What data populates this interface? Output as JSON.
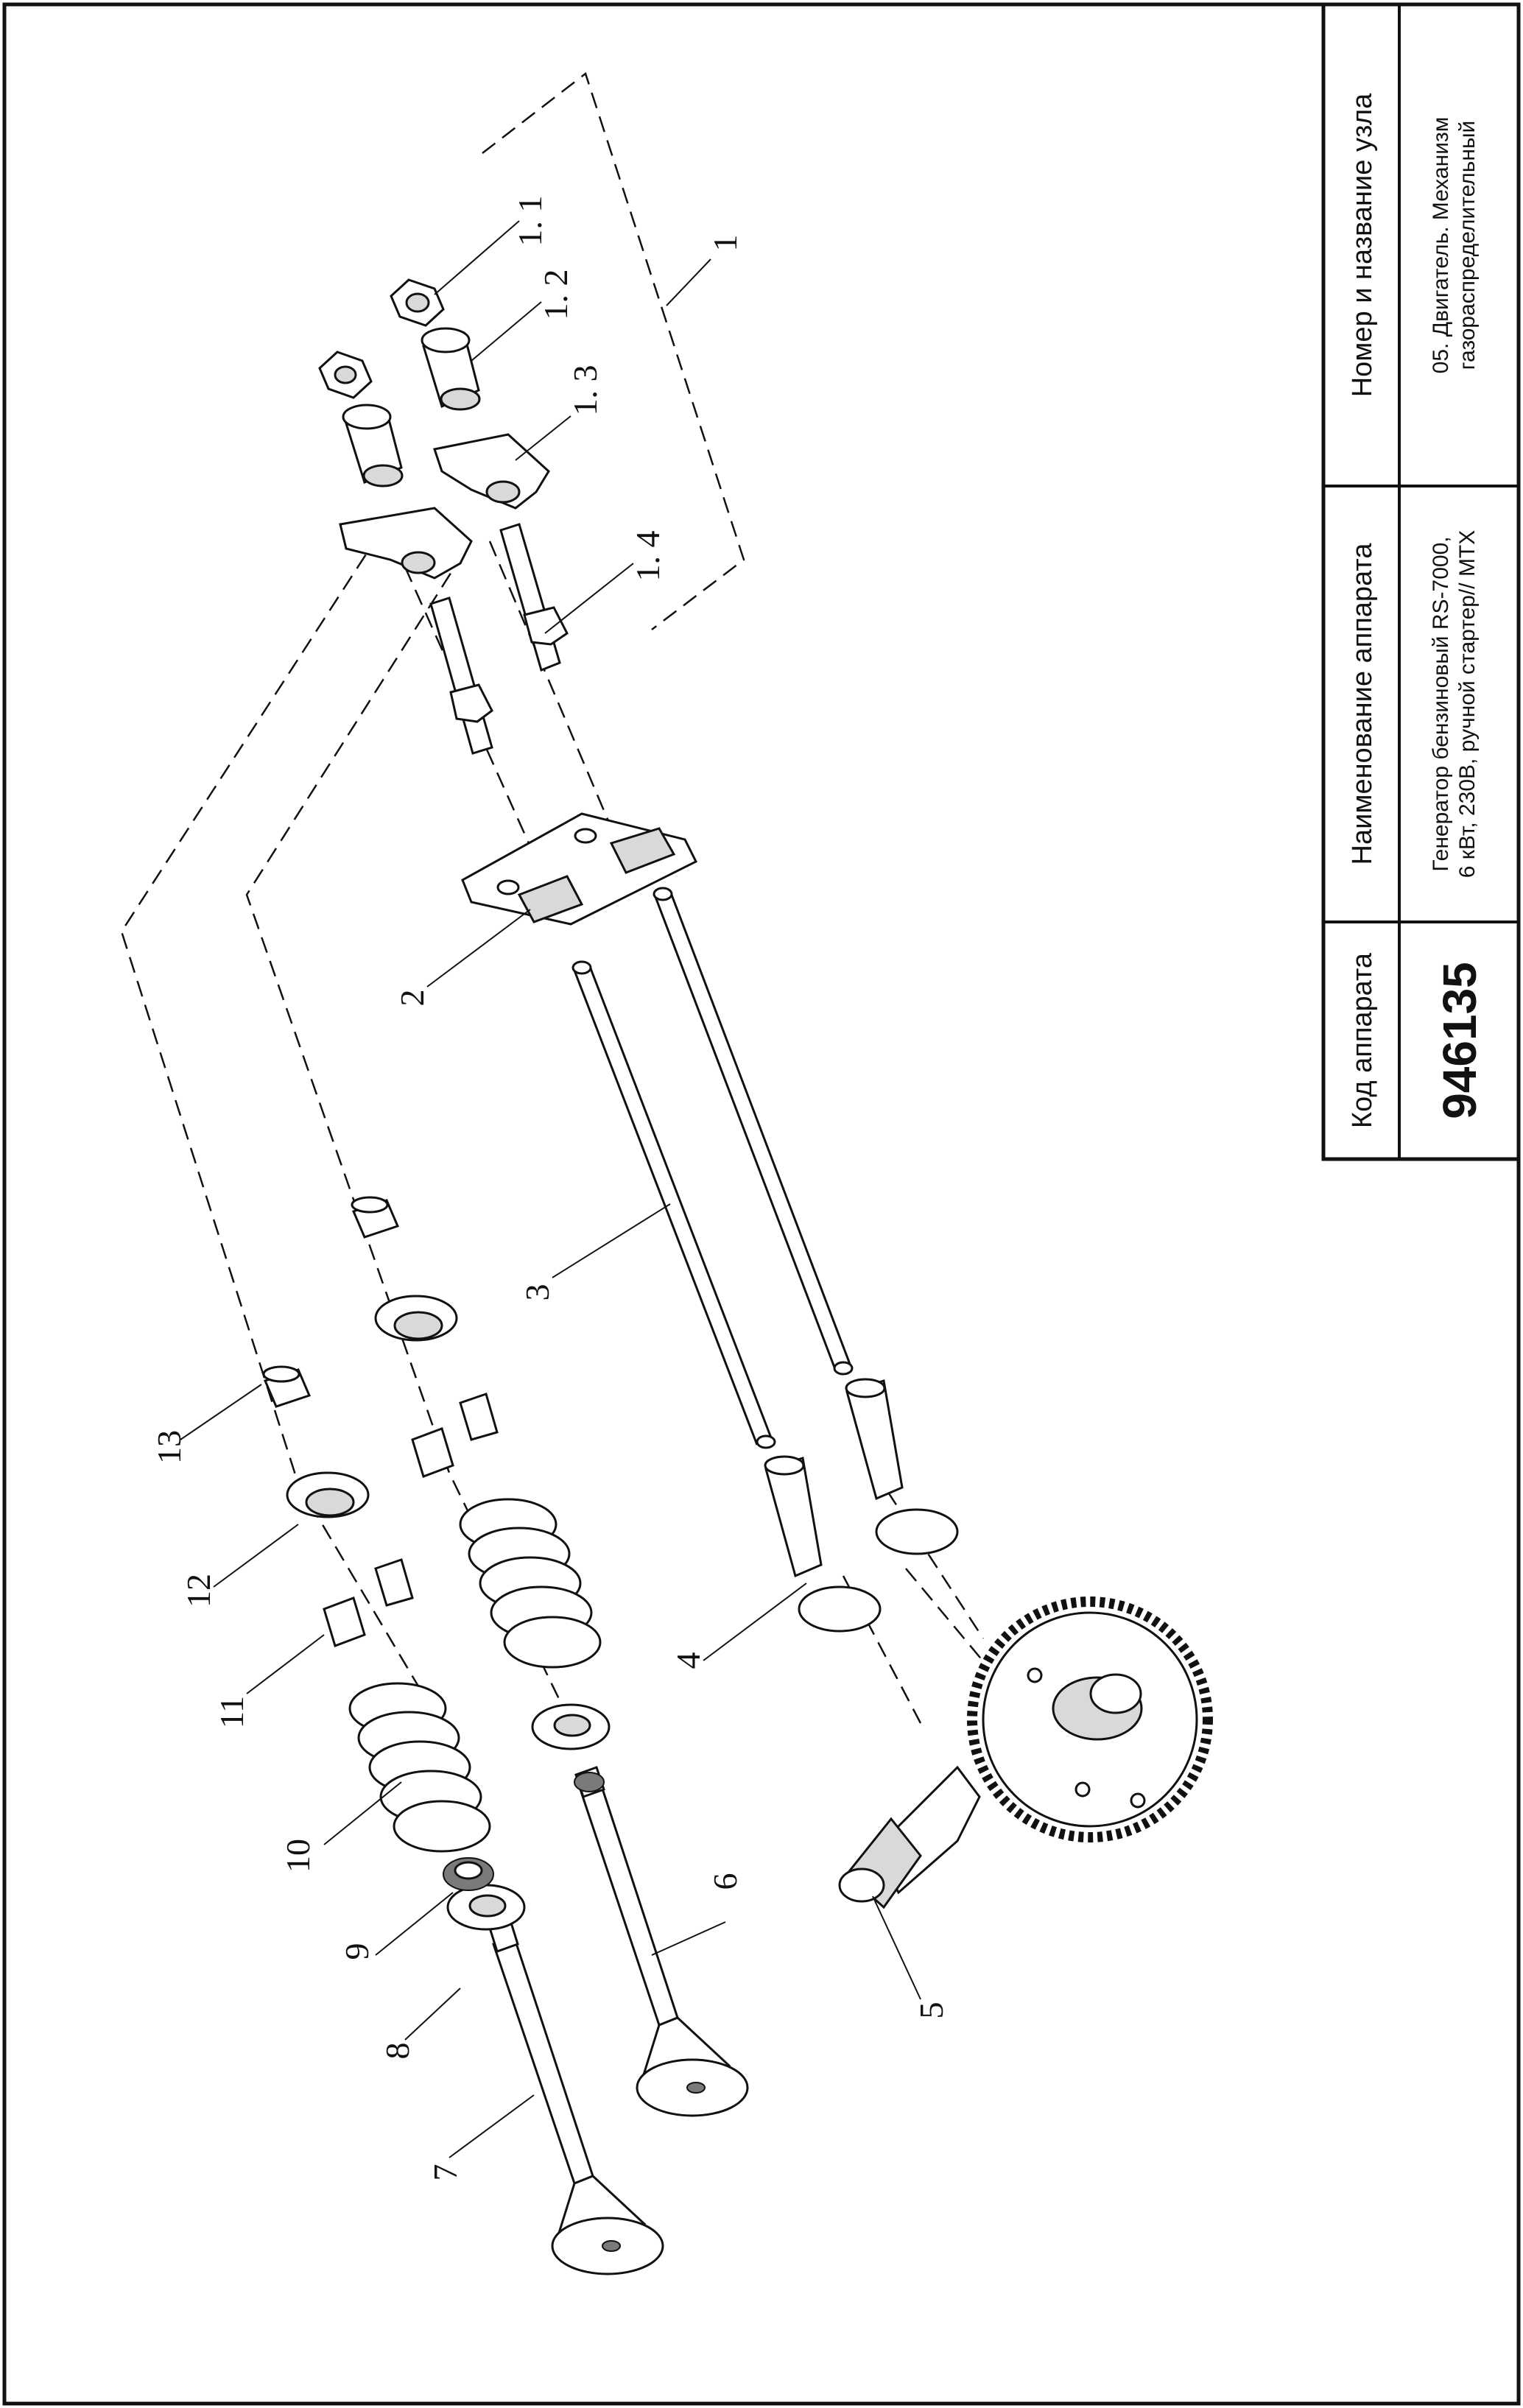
{
  "title_block": {
    "headers": {
      "code": "Код аппарата",
      "name": "Наименование аппарата",
      "unit": "Номер и название узла"
    },
    "code": "946135",
    "device_name": [
      "Генератор бензиновый RS-7000,",
      "6 кВт, 230В, ручной стартер// MTX"
    ],
    "unit_name": [
      "05. Двигатель. Механизм",
      "газораспределительный"
    ]
  },
  "callouts": {
    "c1": "1",
    "c1_1": "1. 1",
    "c1_2": "1. 2",
    "c1_3": "1. 3",
    "c1_4": "1. 4",
    "c2": "2",
    "c3": "3",
    "c4": "4",
    "c5": "5",
    "c6": "6",
    "c7": "7",
    "c8": "8",
    "c9": "9",
    "c10": "10",
    "c11": "11",
    "c12": "12",
    "c13": "13"
  }
}
